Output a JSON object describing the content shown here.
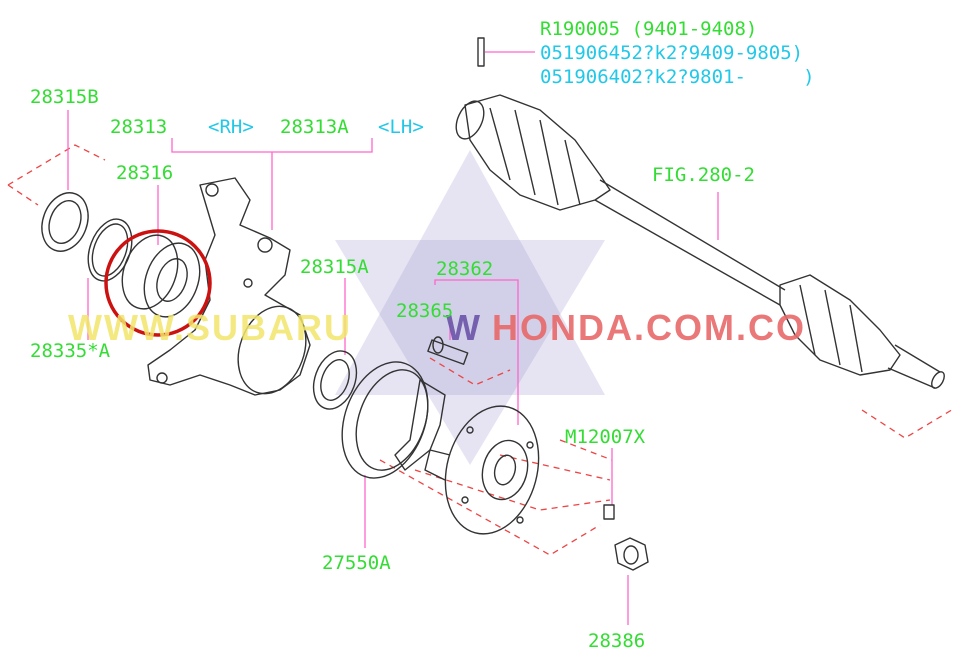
{
  "diagram": {
    "labels": {
      "p28315b": "28315B",
      "p28313": "28313",
      "rh": "<RH>",
      "p28313a": "28313A",
      "lh": "<LH>",
      "p28316": "28316",
      "p28335a": "28335*A",
      "p28315a": "28315A",
      "p28362": "28362",
      "p28365": "28365",
      "m12007x": "M12007X",
      "p27550a": "27550A",
      "p28386": "28386",
      "fig": "FIG.280-2",
      "r1": "R190005 (9401-9408)",
      "r2": "051906452?k2?9409-9805)",
      "r3": "051906402?k2?9801-     )"
    },
    "watermark": {
      "left": "WWW.SUBARU",
      "mid": "W",
      "right": "HONDA.COM.CO"
    },
    "colors": {
      "label": "#33dd33",
      "note": "#22c8e8",
      "leader": "#ff66cc",
      "highlight": "#cc1111",
      "line_art": "#333333",
      "star": "#8f86c4"
    }
  }
}
